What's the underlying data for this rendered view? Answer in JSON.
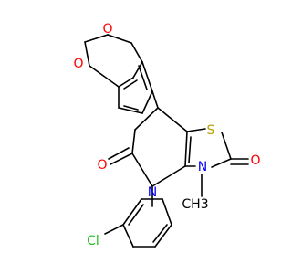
{
  "atoms": {
    "o_dioxole_top": "O",
    "o_dioxole_left": "O",
    "s_thiazole": "S",
    "o_thiazolone": "O",
    "n_thiazole": "N",
    "n_methyl": "CH3",
    "n_pyridinone": "N",
    "o_pyridinone": "O",
    "cl": "Cl"
  },
  "colors": {
    "oxygen": "#ff0000",
    "sulfur": "#b8a000",
    "nitrogen": "#0000ff",
    "chlorine": "#1fbf1f",
    "bond": "#000000"
  }
}
